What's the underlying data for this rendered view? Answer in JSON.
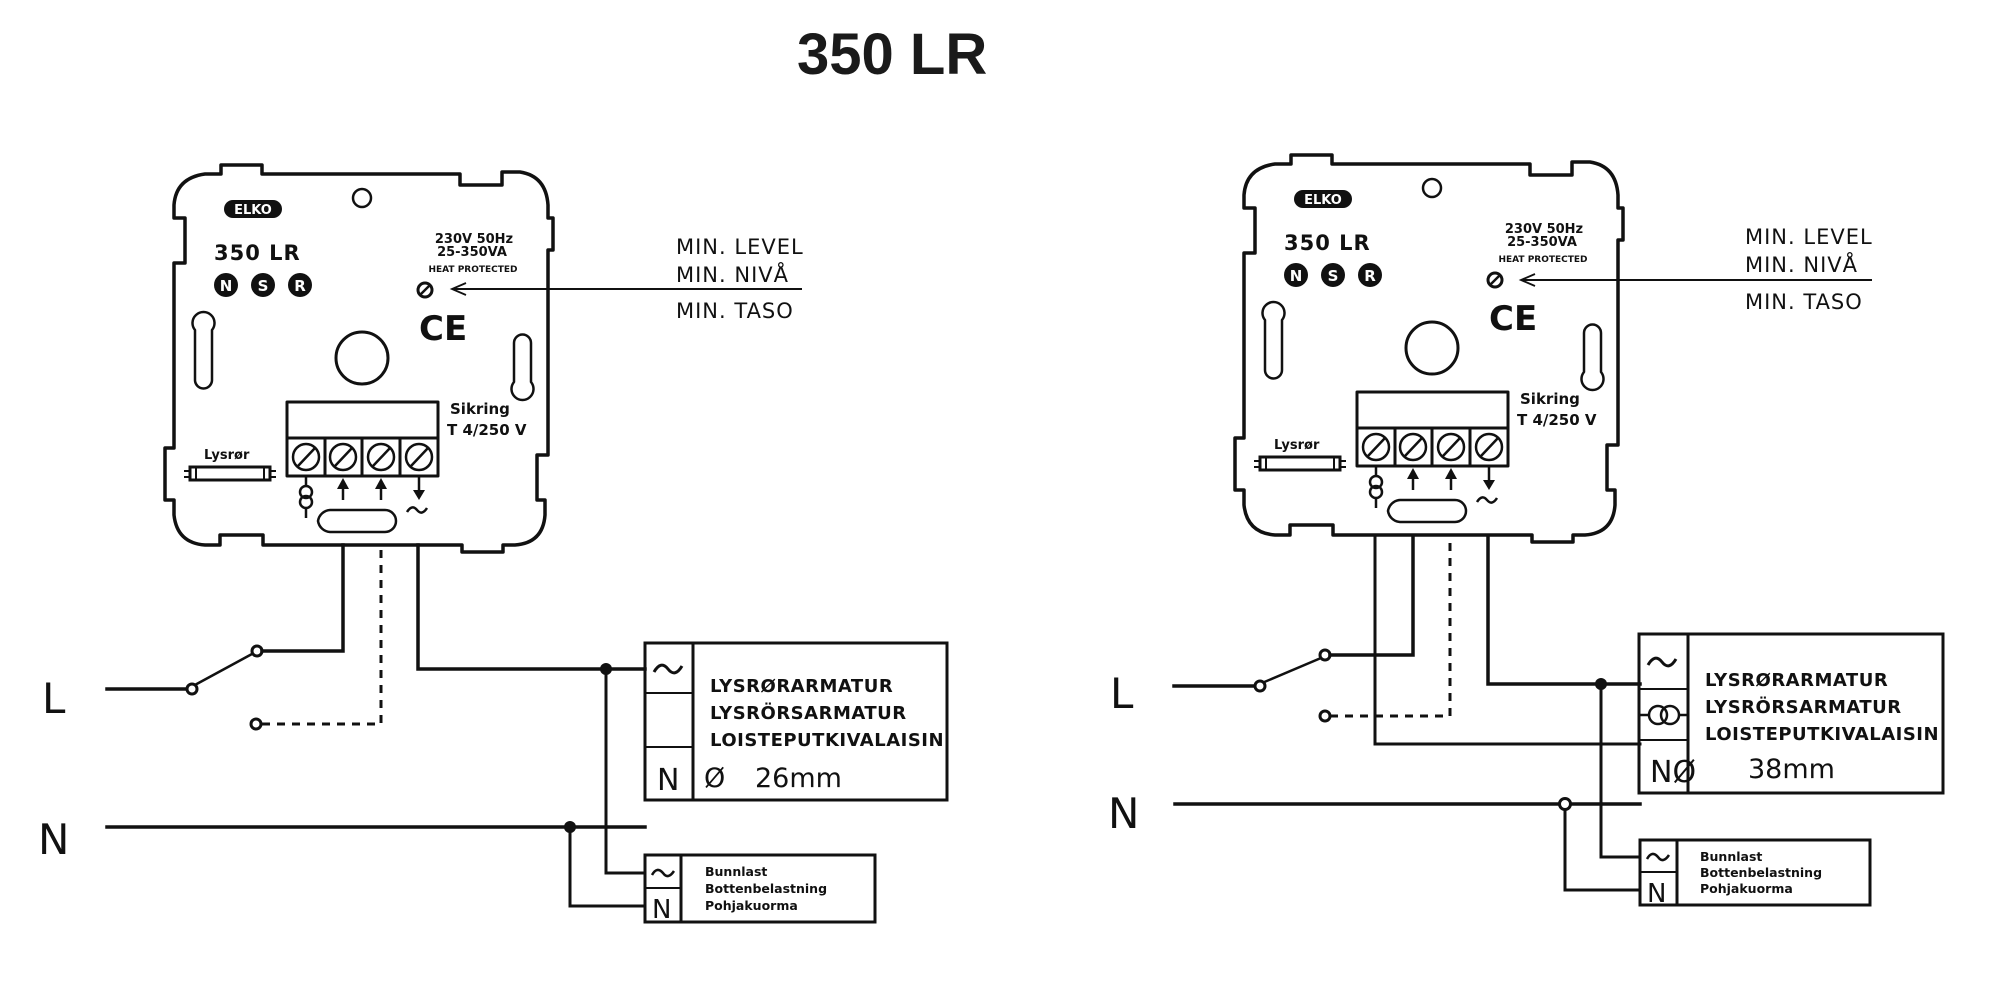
{
  "title": "350 LR",
  "device": {
    "brand": "ELKO",
    "model": "350 LR",
    "approval_marks": [
      "N",
      "S",
      "R"
    ],
    "spec_line1": "230V 50Hz",
    "spec_line2": "25-350VA",
    "spec_line3": "HEAT PROTECTED",
    "ce_mark": "CE",
    "fuse_label": "Sikring",
    "fuse_rating": "T 4/250 V",
    "tube_label": "Lysrør",
    "terminal_symbols": [
      "transformer-symbol",
      "arrow-up",
      "arrow-up",
      "ac-output"
    ]
  },
  "min_level": {
    "line1": "MIN. LEVEL",
    "line2": "MIN. NIVÅ",
    "line3": "MIN. TASO"
  },
  "supply": {
    "live_label": "L",
    "neutral_label": "N"
  },
  "left_diagram": {
    "lamp": {
      "terminal_top": "~",
      "terminal_bottom": "N",
      "line1": "LYSRØRARMATUR",
      "line2": "LYSRÖRSARMATUR",
      "line3": "LOISTEPUTKIVALAISIN",
      "diameter_symbol": "Ø",
      "diameter": "26mm"
    },
    "base_load": {
      "terminal_top": "~",
      "terminal_bottom": "N",
      "line1": "Bunnlast",
      "line2": "Bottenbelastning",
      "line3": "Pohjakuorma"
    }
  },
  "right_diagram": {
    "lamp": {
      "terminal_top": "~",
      "terminal_middle": "transformer-symbol",
      "terminal_bottom": "NØ",
      "line1": "LYSRØRARMATUR",
      "line2": "LYSRÖRSARMATUR",
      "line3": "LOISTEPUTKIVALAISIN",
      "diameter": "38mm"
    },
    "base_load": {
      "terminal_top": "~",
      "terminal_bottom": "N",
      "line1": "Bunnlast",
      "line2": "Bottenbelastning",
      "line3": "Pohjakuorma"
    }
  }
}
